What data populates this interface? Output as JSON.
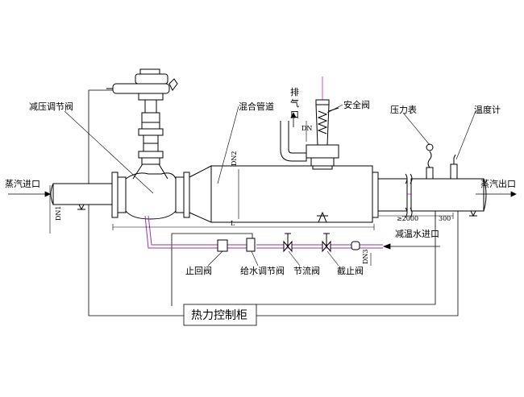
{
  "labels": {
    "steam_inlet": "蒸汽进口",
    "steam_outlet": "蒸汽出口",
    "pressure_reducing_valve": "减压调节阀",
    "mixing_pipe": "混合管道",
    "exhaust_top": "排",
    "exhaust_mid": "气",
    "exhaust_bottom": "口",
    "safety_valve": "安全阀",
    "pressure_gauge": "压力表",
    "thermometer": "温度计",
    "desuperheat_water_inlet": "减温水进口",
    "check_valve": "止回阀",
    "feedwater_control_valve": "给水调节阀",
    "throttle_valve": "节流阀",
    "stop_valve": "截止阀",
    "control_cabinet": "热力控制柜"
  },
  "dimensions": {
    "dn1": "DN1",
    "dn2": "DN2",
    "dn": "DN",
    "dn3": "DN3",
    "length": "L",
    "gt2000": "≥2000",
    "d300": "300"
  },
  "colors": {
    "line": "#000000",
    "centerline": "#cc22cc",
    "signal": "#3333aa",
    "water": "#9933aa"
  }
}
